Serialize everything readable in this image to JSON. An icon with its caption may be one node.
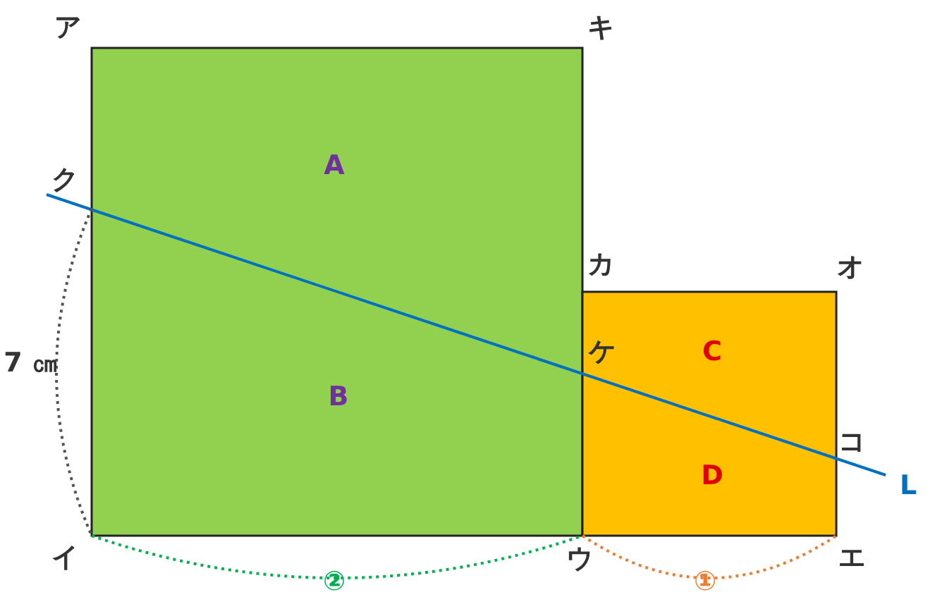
{
  "diagram": {
    "labels": [
      "ア",
      "キ",
      "A",
      "ク",
      "カ",
      "オ",
      "7 ㎝",
      "ケ",
      "C",
      "B",
      "コ",
      "L",
      "D",
      "イ",
      "ウ",
      "エ",
      "②",
      "①"
    ]
  }
}
